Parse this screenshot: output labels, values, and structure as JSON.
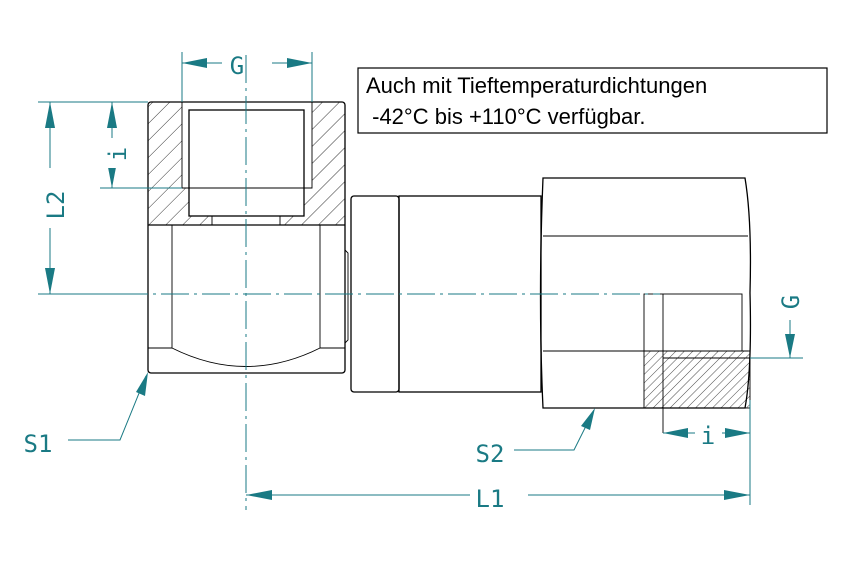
{
  "note": {
    "line1": "Auch mit Tieftemperaturdichtungen",
    "line2": " -42°C bis +110°C verfügbar."
  },
  "dimensions": {
    "g_top": "G",
    "g_right": "G",
    "l1": "L1",
    "l2": "L2",
    "i_left": "i",
    "i_right": "i",
    "s1": "S1",
    "s2": "S2"
  },
  "colors": {
    "dimension": "#1a7a84",
    "outline": "#000000"
  }
}
